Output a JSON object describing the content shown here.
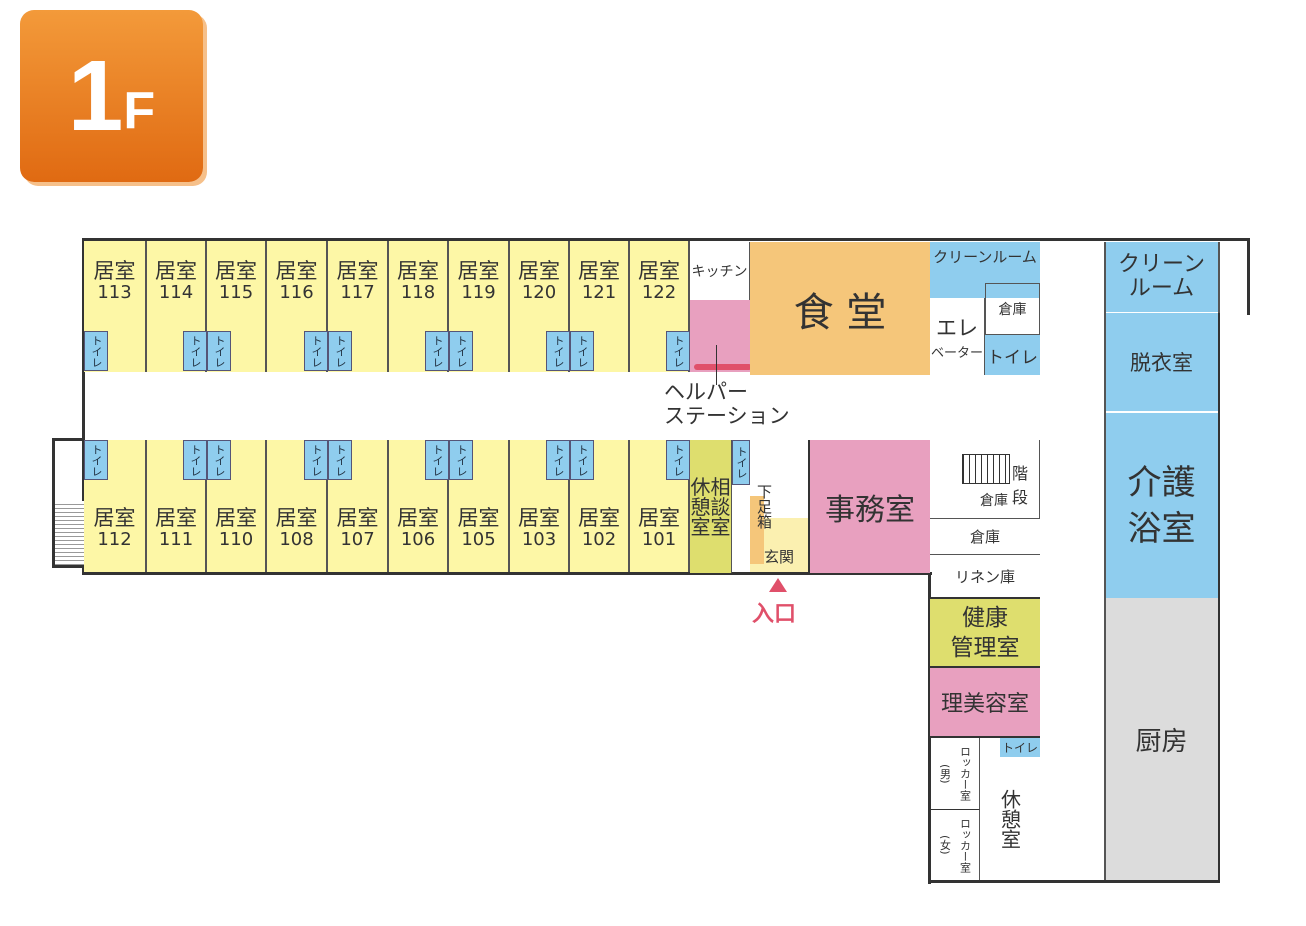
{
  "floor_badge": {
    "number": "1",
    "letter": "F",
    "accent": "#e8781e"
  },
  "room_label": "居室",
  "toilet_label": "トイレ",
  "top_rooms": [
    "113",
    "114",
    "115",
    "116",
    "117",
    "118",
    "119",
    "120",
    "121",
    "122"
  ],
  "bottom_rooms": [
    "112",
    "111",
    "110",
    "108",
    "107",
    "106",
    "105",
    "103",
    "102",
    "101"
  ],
  "labels": {
    "kitchen": "キッチン",
    "helper_station_1": "ヘルパー",
    "helper_station_2": "ステーション",
    "dining": "食 堂",
    "clean_room_1": "クリーンルーム",
    "storage": "倉庫",
    "elevator_1": "エレ",
    "elevator_2": "ベーター",
    "toilet": "トイレ",
    "clean_room_2a": "クリーン",
    "clean_room_2b": "ルーム",
    "changing": "脱衣室",
    "care_bath_1": "介護",
    "care_bath_2": "浴室",
    "kitchen_main": "厨房",
    "rest_consult_1": "休相",
    "rest_consult_2": "憩談",
    "rest_consult_3": "室室",
    "shoe_box": "下足箱",
    "entrance_hall": "玄関",
    "office": "事務室",
    "stairs": "階段",
    "storage_2": "倉庫",
    "storage_3": "倉庫",
    "linen": "リネン庫",
    "health_1": "健康",
    "health_2": "管理室",
    "salon": "理美容室",
    "locker_m": "ロッカー室",
    "locker_m_sub": "(男)",
    "locker_f": "ロッカー室",
    "locker_f_sub": "(女)",
    "lounge": "休憩室",
    "entrance": "入口"
  },
  "colors": {
    "room": "#fdf7a6",
    "toilet": "#8fcdee",
    "dining": "#f5c67a",
    "pink": "#e8a0bf",
    "olive": "#dede6e",
    "kitchen_gray": "#dcdcdc",
    "entrance_red": "#e0506a"
  }
}
